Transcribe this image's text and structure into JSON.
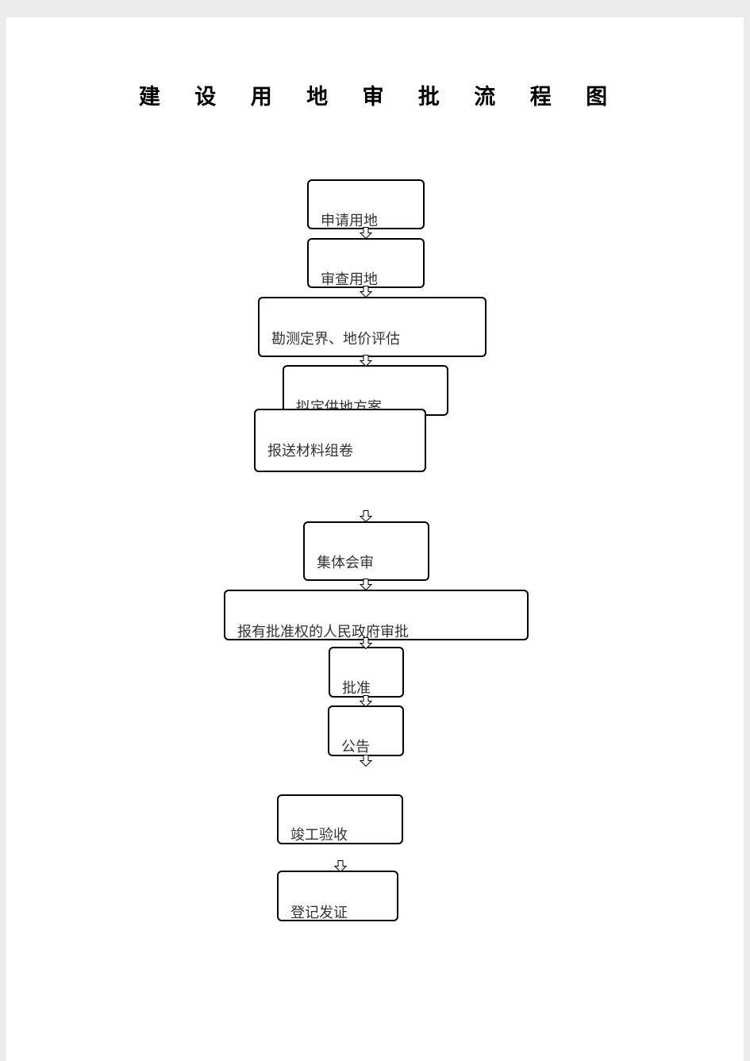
{
  "document": {
    "title": "建 设 用 地 审 批 流 程 图"
  },
  "flowchart": {
    "steps": [
      {
        "id": "apply",
        "label": "申请用地"
      },
      {
        "id": "review",
        "label": "审查用地"
      },
      {
        "id": "survey",
        "label": "勘测定界、地价评估"
      },
      {
        "id": "plan",
        "label": "拟定供地方案"
      },
      {
        "id": "submit",
        "label": "报送材料组卷"
      },
      {
        "id": "meeting",
        "label": "集体会审"
      },
      {
        "id": "government",
        "label": "报有批准权的人民政府审批"
      },
      {
        "id": "approve",
        "label": "批准"
      },
      {
        "id": "announce",
        "label": "公告"
      },
      {
        "id": "completion",
        "label": "竣工验收"
      },
      {
        "id": "register",
        "label": "登记发证"
      }
    ]
  }
}
